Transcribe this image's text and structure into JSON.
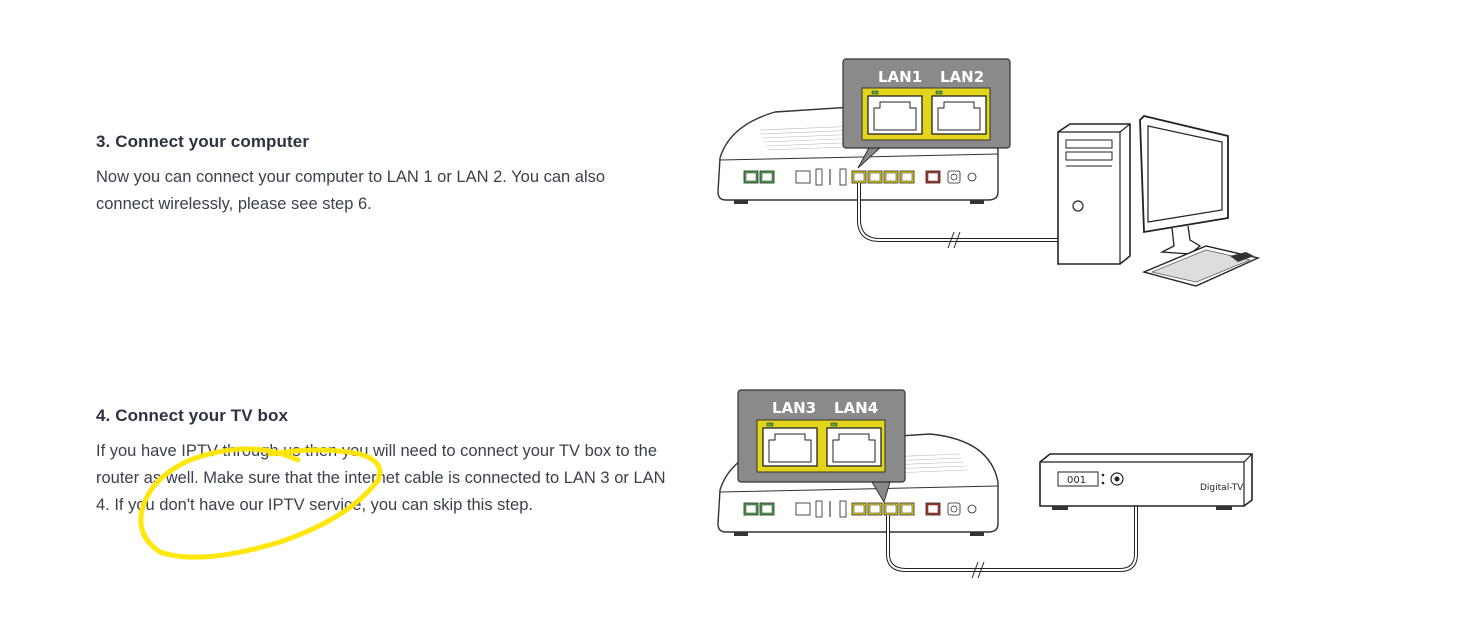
{
  "steps": [
    {
      "title": "3. Connect your computer",
      "body": "Now you can connect your computer to LAN 1 or LAN 2. You can also connect wirelessly, please see step 6.",
      "callout_ports": [
        "LAN1",
        "LAN2"
      ]
    },
    {
      "title": "4. Connect your TV box",
      "body": "If you have IPTV through us then you will need to connect your TV box to the router as well. Make sure that the internet cable is connected to LAN 3 or LAN 4. If you don't have our IPTV service, you can skip this step.",
      "callout_ports": [
        "LAN3",
        "LAN4"
      ],
      "tv_box_display": "001",
      "tv_box_brand": "Digital-TV"
    }
  ],
  "colors": {
    "port_highlight": "#e3d51a",
    "callout_bg": "#8a8a8a",
    "annotation": "#ffe600",
    "green_port": "#4caf50",
    "red_port": "#c0392b"
  }
}
